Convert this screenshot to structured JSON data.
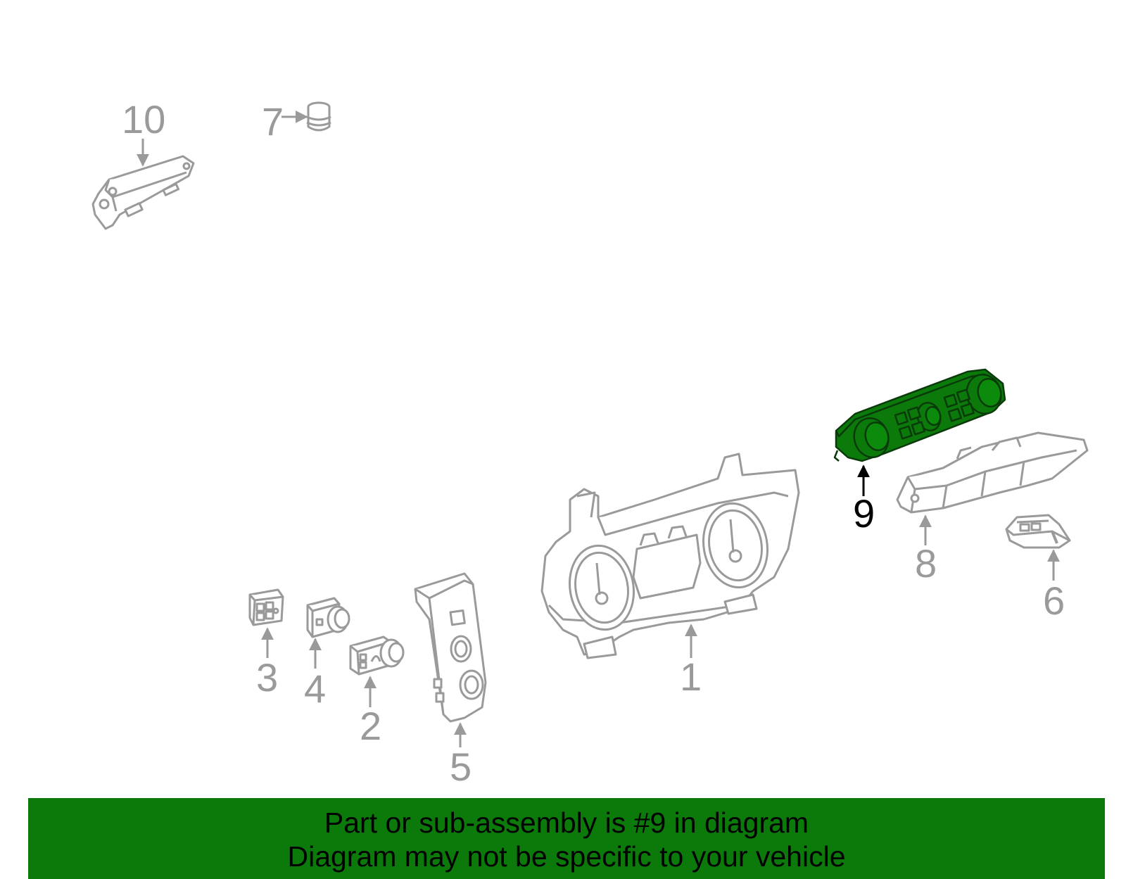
{
  "callouts": {
    "c1": "1",
    "c2": "2",
    "c3": "3",
    "c4": "4",
    "c5": "5",
    "c6": "6",
    "c7": "7",
    "c8": "8",
    "c9": "9",
    "c10": "10"
  },
  "highlighted_part": "9",
  "colors": {
    "line_gray": "#9a9a9a",
    "highlight_green": "#0b7a0b",
    "highlight_dark": "#0a4a0a",
    "banner_bg": "#0b7a0b",
    "text_black": "#000000"
  },
  "banner": {
    "line1": "Part or sub-assembly is #9 in diagram",
    "line2": "Diagram may not be specific to your vehicle"
  }
}
